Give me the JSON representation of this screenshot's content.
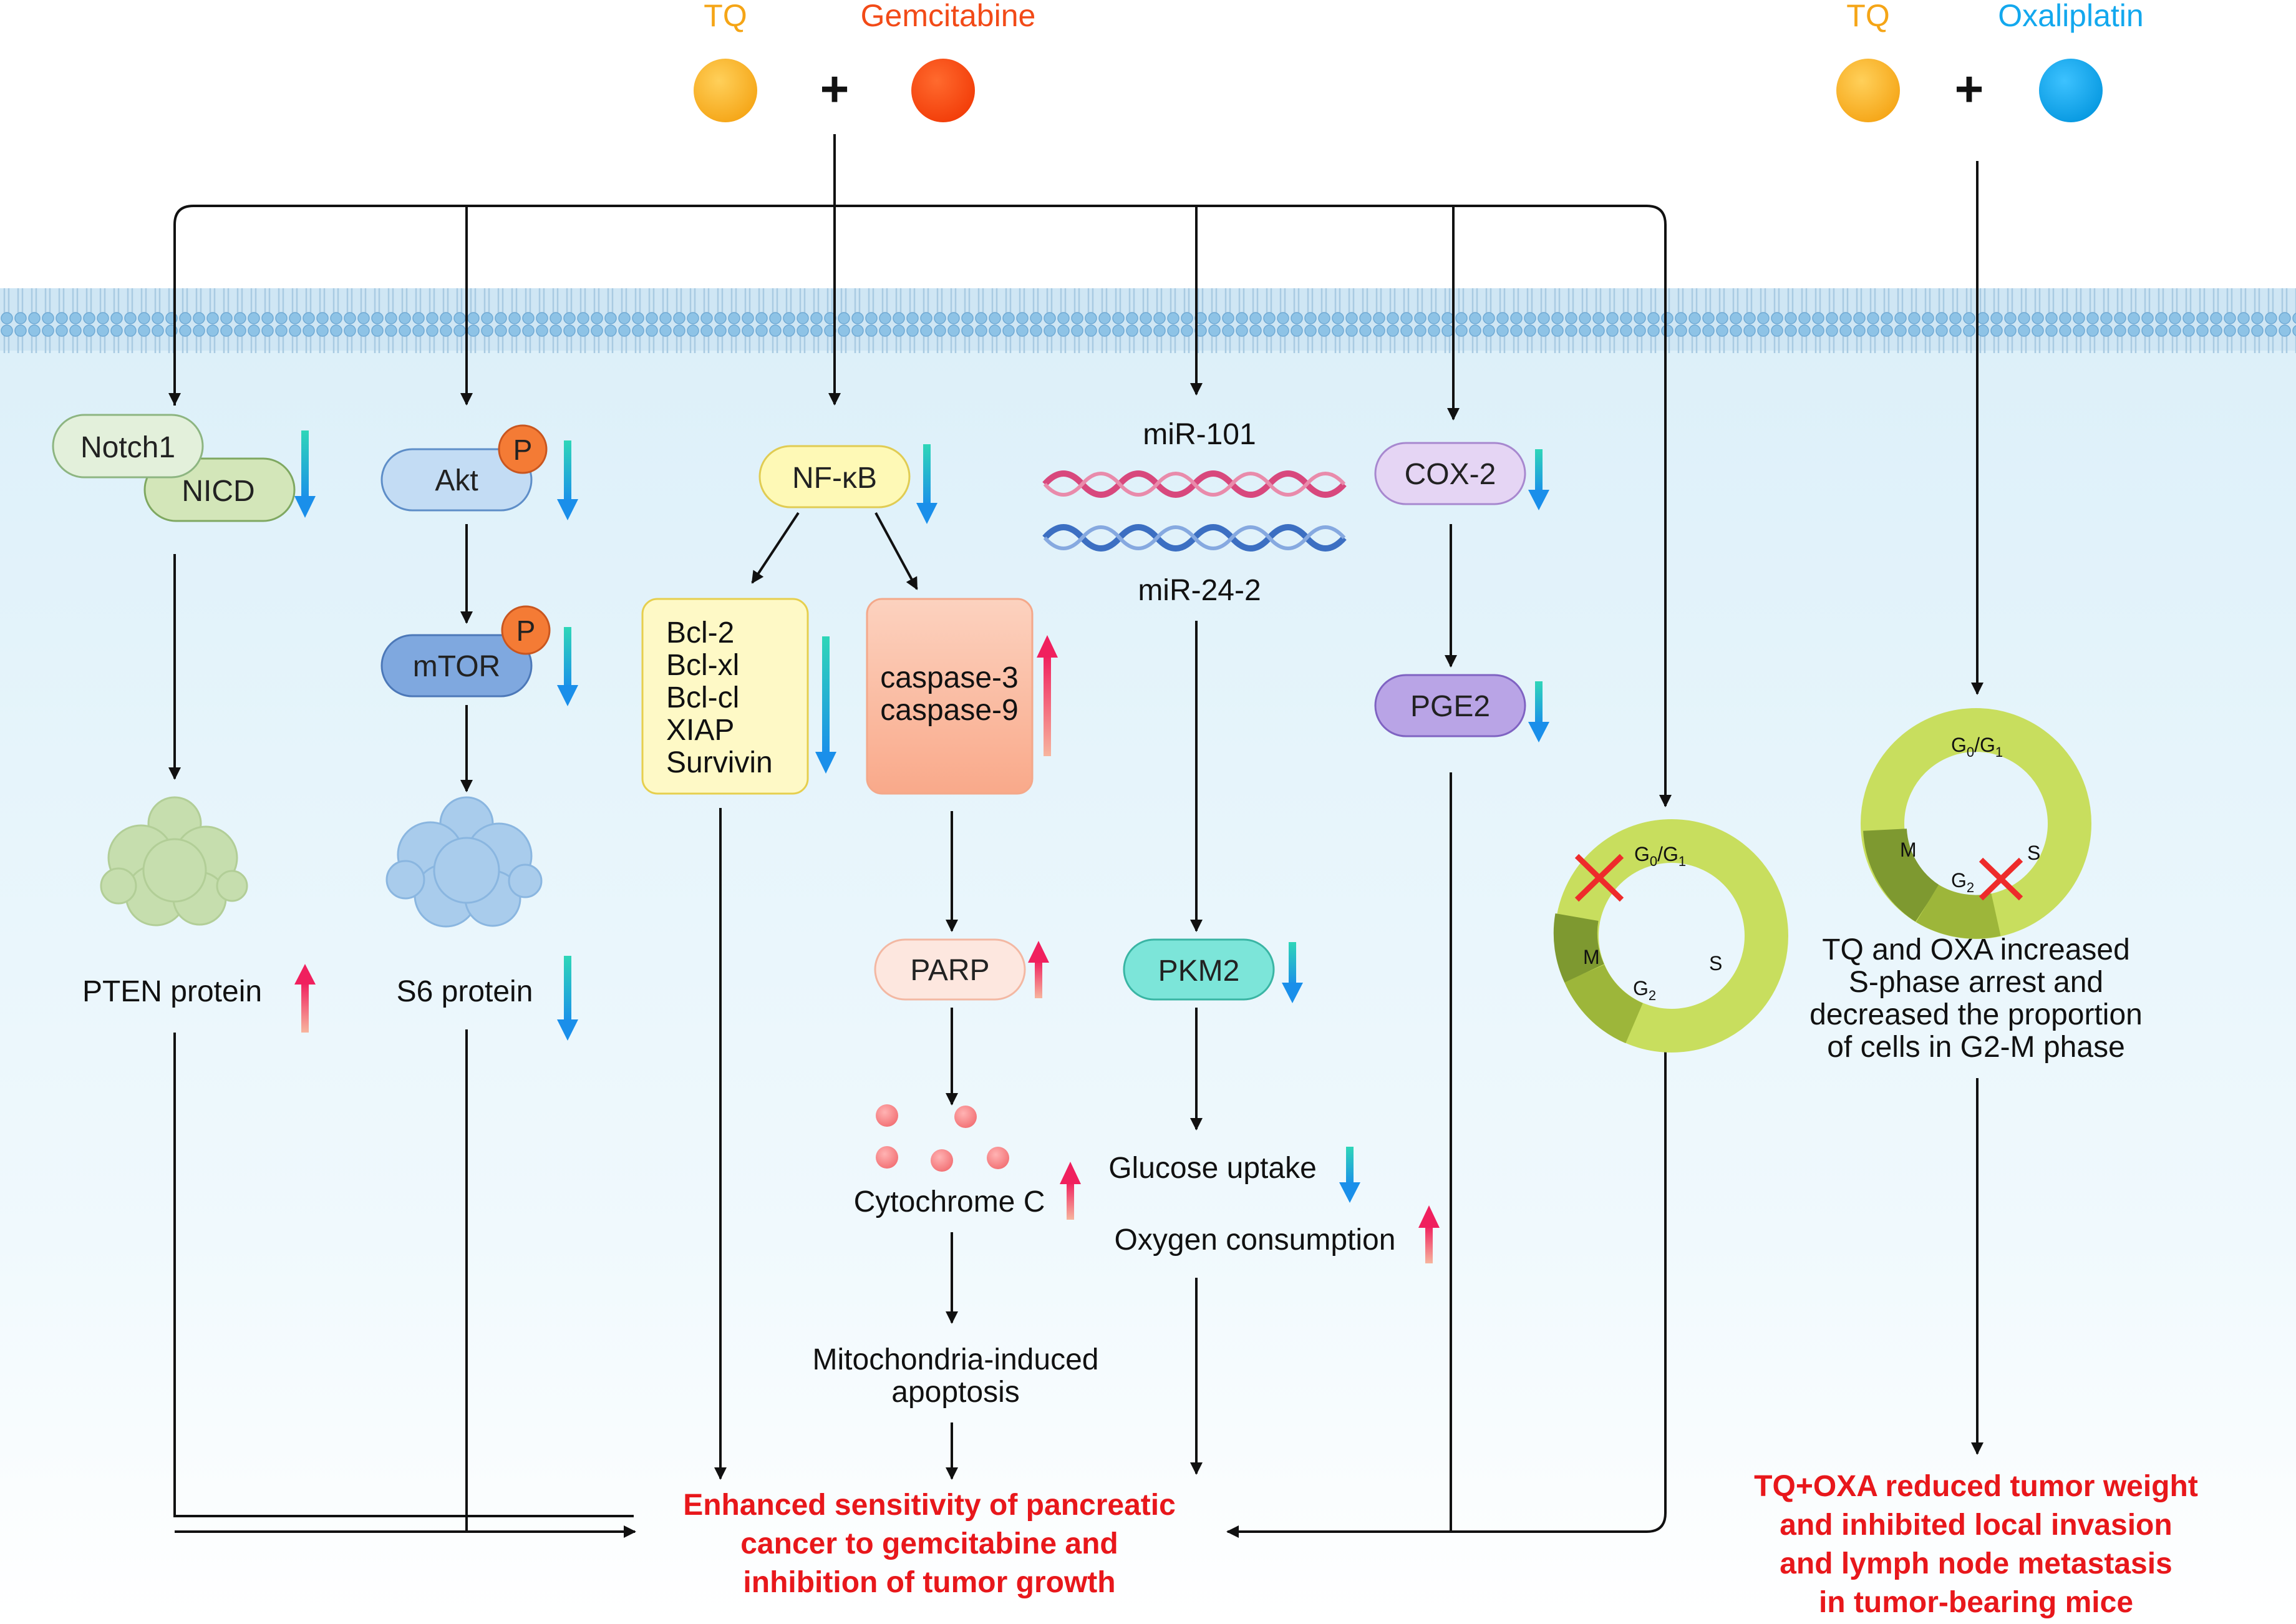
{
  "drugs": {
    "left": {
      "a": "TQ",
      "b": "Gemcitabine",
      "plus": "+"
    },
    "right": {
      "a": "TQ",
      "b": "Oxaliplatin",
      "plus": "+"
    }
  },
  "colors": {
    "tq": "#FFB42C",
    "gemcitabine": "#FF4E12",
    "oxaliplatin": "#0FAAF0",
    "membrane": "#9CCAE6",
    "cytoplasm": "#E5F4FB",
    "result": "#E8171B",
    "down_arrow": "#1AA3E8",
    "up_arrow": "#F0406A"
  },
  "notch": {
    "notch1": "Notch1",
    "nicd": "NICD",
    "pten": "PTEN protein"
  },
  "akt": {
    "akt": "Akt",
    "mtor": "mTOR",
    "p": "P",
    "s6": "S6 protein"
  },
  "nfkb": {
    "label": "NF-κB",
    "bcl": [
      "Bcl-2",
      "Bcl-xl",
      "Bcl-cl",
      "XIAP",
      "Survivin"
    ],
    "caspase": [
      "caspase-3",
      "caspase-9"
    ],
    "parp": "PARP",
    "cytc": "Cytochrome C",
    "mito": [
      "Mitochondria-induced",
      "apoptosis"
    ]
  },
  "mirna": {
    "mir101": "miR-101",
    "mir24": "miR-24-2",
    "pkm2": "PKM2",
    "glucose": "Glucose uptake",
    "oxygen": "Oxygen consumption"
  },
  "cox": {
    "cox2": "COX-2",
    "pge2": "PGE2"
  },
  "cell_cycle": {
    "g0g1": "G",
    "g0sub": "0",
    "slash": "/G",
    "g1sub": "1",
    "s": "S",
    "m": "M",
    "g2": "G",
    "g2sub": "2"
  },
  "oxa_note": [
    "TQ and OXA increased",
    "S-phase arrest and",
    "decreased the proportion",
    "of cells in G2-M phase"
  ],
  "result_left": [
    "Enhanced sensitivity of pancreatic",
    "cancer to gemcitabine and",
    "inhibition of tumor growth"
  ],
  "result_right": [
    "TQ+OXA reduced tumor weight",
    "and inhibited local invasion",
    "and lymph node metastasis",
    "in tumor-bearing mice"
  ]
}
